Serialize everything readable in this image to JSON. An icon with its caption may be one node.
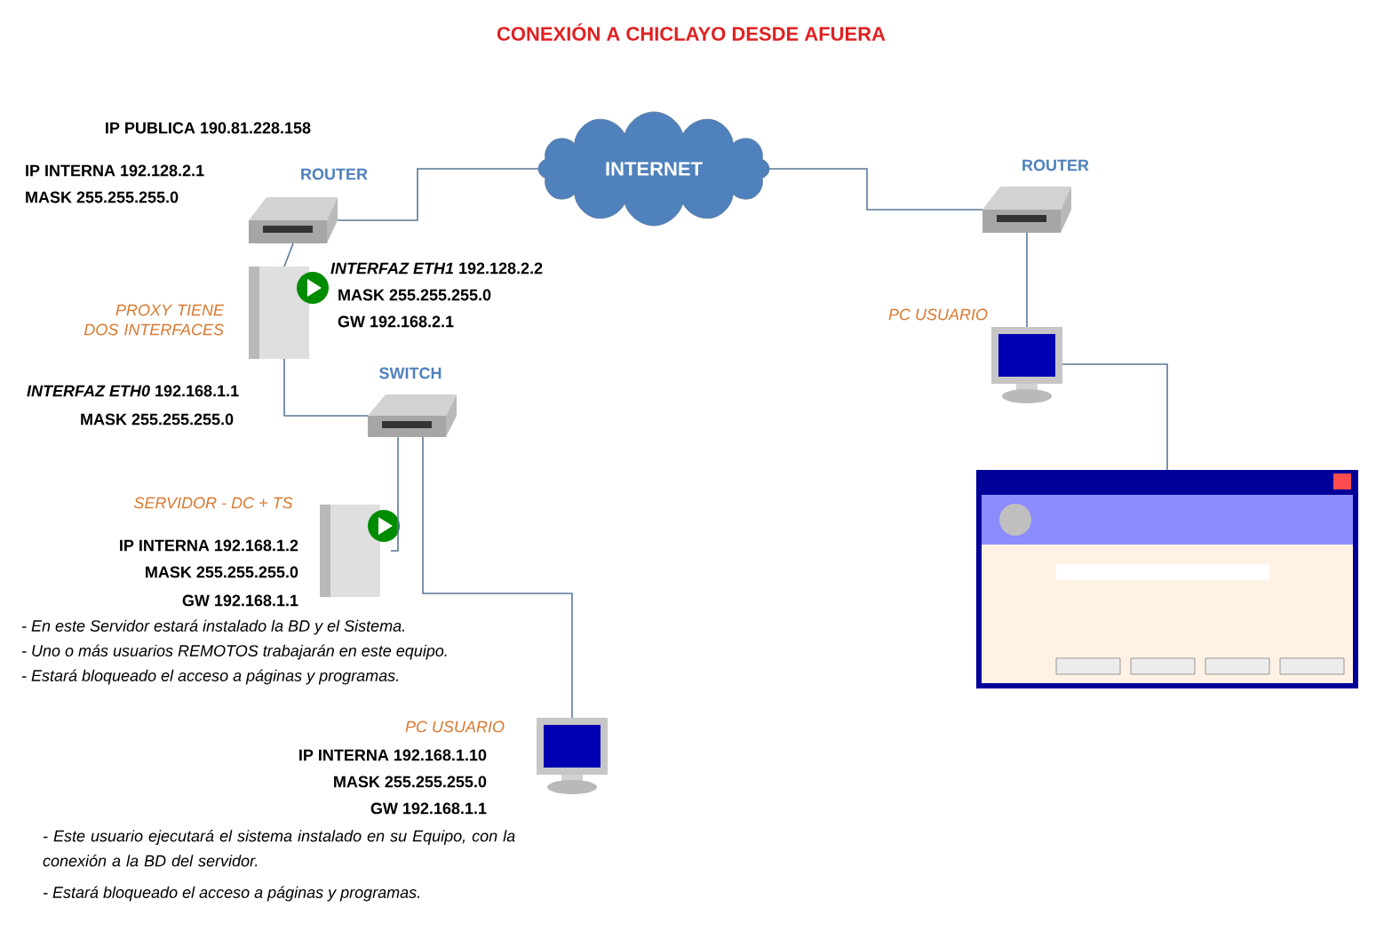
{
  "diagram": {
    "title": "CONEXIÓN A CHICLAYO DESDE AFUERA",
    "nodes": [
      {
        "text": [
          "ROUTER"
        ],
        "beside": [
          "IP PUBLICA 190.81.228.158",
          "IP INTERNA 192.128.2.1",
          "MASK  255.255.255.0"
        ]
      },
      {
        "text": [
          "INTERNET"
        ]
      },
      {
        "text": [
          "ROUTER"
        ]
      },
      {
        "text": [
          "PROXY TIENE DOS INTERFACES"
        ],
        "beside": [
          "*INTERFAZ ETH1* 192.128.2.2",
          "MASK  255.255.255.0",
          "GW 192.168.2.1",
          "*INTERFAZ ETH0* 192.168.1.1",
          "MASK  255.255.255.0"
        ]
      },
      {
        "text": [
          "SWITCH"
        ]
      },
      {
        "text": [
          "SERVIDOR - DC + TS"
        ],
        "beside": [
          "IP INTERNA 192.168.1.2",
          "MASK  255.255.255.0",
          "GW 192.168.1.1",
          "- En este Servidor estará instalado la BD y el Sistema.",
          "- Uno o más usuarios REMOTOS trabajarán en este equipo.",
          "- Estará bloqueado el  acceso a páginas y programas."
        ]
      },
      {
        "text": [
          "PC USUARIO"
        ],
        "beside": [
          "IP INTERNA 192.168.1.10",
          "MASK  255.255.255.0",
          "GW 192.168.1.1",
          "- Este usuario ejecutará el sistema instalado en su Equipo, con la conexión a la BD del servidor.",
          "- Estará bloqueado el  acceso a páginas y programas."
        ]
      },
      {
        "text": [
          "PC USUARIO"
        ]
      },
      {
        "text": [],
        "shape": "picture"
      }
    ],
    "edges": [
      {
        "from": 0,
        "to": 1,
        "arrow": "none"
      },
      {
        "from": 1,
        "to": 2,
        "arrow": "none"
      },
      {
        "from": 0,
        "to": 3,
        "arrow": "none"
      },
      {
        "from": 3,
        "to": 4,
        "arrow": "none"
      },
      {
        "from": 4,
        "to": 5,
        "arrow": "none"
      },
      {
        "from": 4,
        "to": 6,
        "arrow": "none"
      },
      {
        "from": 2,
        "to": 7,
        "arrow": "none"
      },
      {
        "from": 7,
        "to": 8,
        "arrow": "none"
      }
    ]
  }
}
